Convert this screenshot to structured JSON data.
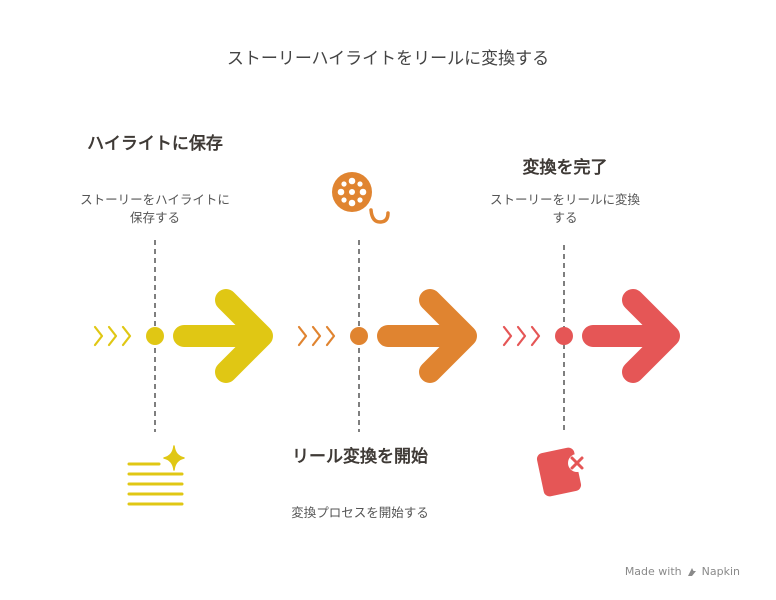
{
  "title": "ストーリーハイライトをリールに変換する",
  "steps": [
    {
      "title": "ハイライトに保存",
      "description": "ストーリーをハイライトに保存する",
      "color": "#e0c714",
      "icon": "list-sparkle-icon"
    },
    {
      "title": "リール変換を開始",
      "description": "変換プロセスを開始する",
      "color": "#e08430",
      "icon": "film-reel-icon"
    },
    {
      "title": "変換を完了",
      "description": "ストーリーをリールに変換する",
      "color": "#e55656",
      "icon": "square-x-icon"
    }
  ],
  "footer": {
    "text": "Made with",
    "brand": "Napkin"
  }
}
